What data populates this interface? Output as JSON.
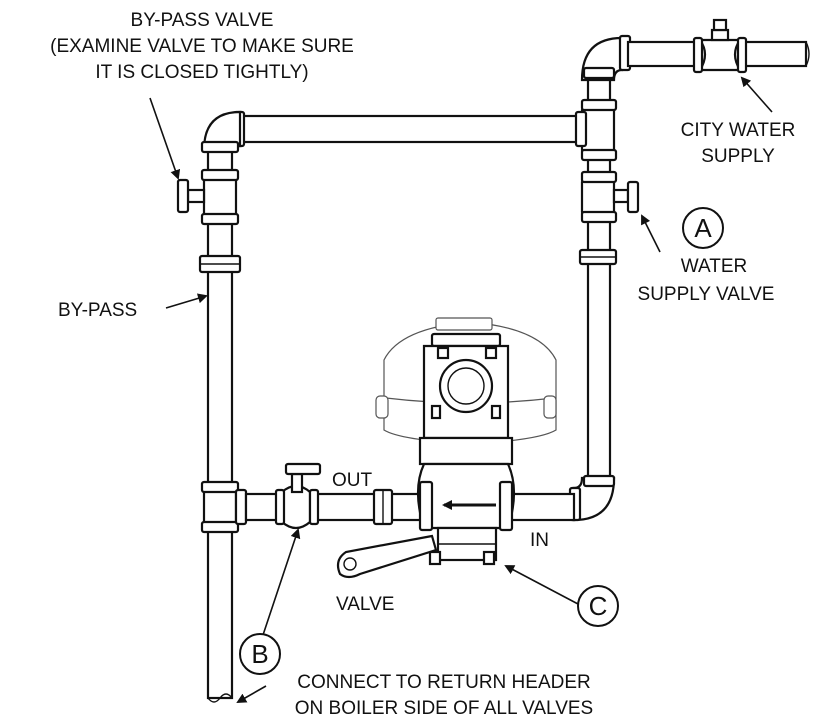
{
  "labels": {
    "bypass_valve": [
      "BY-PASS VALVE",
      "(EXAMINE VALVE TO MAKE SURE",
      "IT IS CLOSED TIGHTLY)"
    ],
    "city_water": [
      "CITY WATER",
      "SUPPLY"
    ],
    "water_supply_valve": [
      "WATER",
      "SUPPLY VALVE"
    ],
    "bypass": "BY-PASS",
    "out": "OUT",
    "in": "IN",
    "valve": "VALVE",
    "connect": [
      "CONNECT TO RETURN HEADER",
      "ON BOILER SIDE OF ALL VALVES"
    ]
  },
  "callouts": {
    "a": "A",
    "b": "B",
    "c": "C"
  },
  "icons": {
    "flow_arrow": "arrow-left-icon"
  }
}
